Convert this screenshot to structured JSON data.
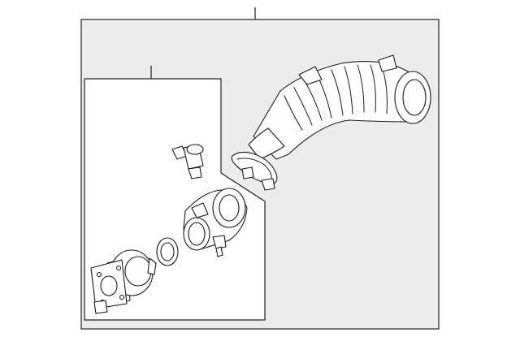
{
  "diagram": {
    "type": "parts-exploded-view",
    "callouts": [],
    "parts": [
      "air-intake-hose",
      "hose-clamp",
      "throttle-body-adapter",
      "sensor",
      "gasket",
      "turbocharger-inlet"
    ]
  }
}
